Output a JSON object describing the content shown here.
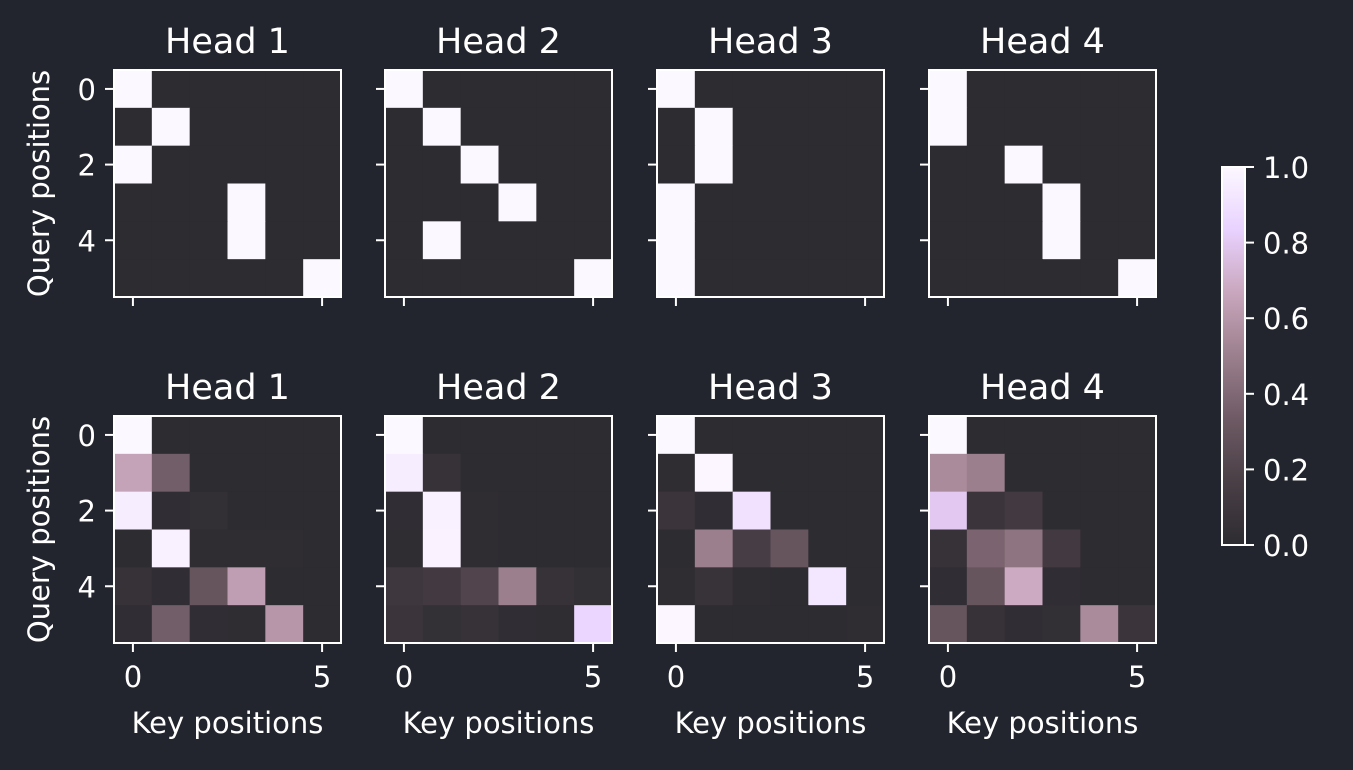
{
  "chart_data": {
    "type": "heatmap",
    "colorbar": {
      "min": 0.0,
      "max": 1.0,
      "ticks": [
        "0.0",
        "0.2",
        "0.4",
        "0.6",
        "0.8",
        "1.0"
      ],
      "colors": [
        "#2d2c31",
        "#4a3f46",
        "#6e5a64",
        "#9b7f8d",
        "#c9a6bd",
        "#e9d2ff",
        "#fcf8ff"
      ]
    },
    "panels": [
      {
        "title": "Head 1",
        "ylabel": "Query positions",
        "xlabel": "",
        "xticks": [],
        "yticks": [
          "0",
          "2",
          "4"
        ],
        "values": [
          [
            1,
            0,
            0,
            0,
            0,
            0
          ],
          [
            0,
            1,
            0,
            0,
            0,
            0
          ],
          [
            1,
            0,
            0,
            0,
            0,
            0
          ],
          [
            0,
            0,
            0,
            1,
            0,
            0
          ],
          [
            0,
            0,
            0,
            1,
            0,
            0
          ],
          [
            0,
            0,
            0,
            0,
            0,
            1
          ]
        ]
      },
      {
        "title": "Head 2",
        "ylabel": "",
        "xlabel": "",
        "xticks": [],
        "yticks": [],
        "values": [
          [
            1,
            0,
            0,
            0,
            0,
            0
          ],
          [
            0,
            1,
            0,
            0,
            0,
            0
          ],
          [
            0,
            0,
            1,
            0,
            0,
            0
          ],
          [
            0,
            0,
            0,
            1,
            0,
            0
          ],
          [
            0,
            1,
            0,
            0,
            0,
            0
          ],
          [
            0,
            0,
            0,
            0,
            0,
            1
          ]
        ]
      },
      {
        "title": "Head 3",
        "ylabel": "",
        "xlabel": "",
        "xticks": [],
        "yticks": [],
        "values": [
          [
            1,
            0,
            0,
            0,
            0,
            0
          ],
          [
            0,
            1,
            0,
            0,
            0,
            0
          ],
          [
            0,
            1,
            0,
            0,
            0,
            0
          ],
          [
            1,
            0,
            0,
            0,
            0,
            0
          ],
          [
            1,
            0,
            0,
            0,
            0,
            0
          ],
          [
            1,
            0,
            0,
            0,
            0,
            0
          ]
        ]
      },
      {
        "title": "Head 4",
        "ylabel": "",
        "xlabel": "",
        "xticks": [],
        "yticks": [],
        "values": [
          [
            1,
            0,
            0,
            0,
            0,
            0
          ],
          [
            1,
            0,
            0,
            0,
            0,
            0
          ],
          [
            0,
            0,
            1,
            0,
            0,
            0
          ],
          [
            0,
            0,
            0,
            1,
            0,
            0
          ],
          [
            0,
            0,
            0,
            1,
            0,
            0
          ],
          [
            0,
            0,
            0,
            0,
            0,
            1
          ]
        ]
      },
      {
        "title": "Head 1",
        "ylabel": "Query positions",
        "xlabel": "Key positions",
        "xticks": [
          "0",
          "5"
        ],
        "yticks": [
          "0",
          "2",
          "4"
        ],
        "values": [
          [
            1.0,
            0.0,
            0.0,
            0.0,
            0.0,
            0.0
          ],
          [
            0.65,
            0.35,
            0.0,
            0.0,
            0.0,
            0.0
          ],
          [
            0.95,
            0.02,
            0.03,
            0.0,
            0.0,
            0.0
          ],
          [
            0.0,
            0.97,
            0.01,
            0.01,
            0.01,
            0.0
          ],
          [
            0.05,
            0.02,
            0.3,
            0.63,
            0.0,
            0.0
          ],
          [
            0.02,
            0.35,
            0.02,
            0.01,
            0.6,
            0.0
          ]
        ]
      },
      {
        "title": "Head 2",
        "ylabel": "",
        "xlabel": "Key positions",
        "xticks": [
          "0",
          "5"
        ],
        "yticks": [],
        "values": [
          [
            1.0,
            0.0,
            0.0,
            0.0,
            0.0,
            0.0
          ],
          [
            0.95,
            0.05,
            0.0,
            0.0,
            0.0,
            0.0
          ],
          [
            0.02,
            0.97,
            0.01,
            0.0,
            0.0,
            0.0
          ],
          [
            0.01,
            0.98,
            0.01,
            0.0,
            0.0,
            0.0
          ],
          [
            0.1,
            0.12,
            0.2,
            0.5,
            0.05,
            0.03
          ],
          [
            0.08,
            0.04,
            0.05,
            0.02,
            0.01,
            0.85
          ]
        ]
      },
      {
        "title": "Head 3",
        "ylabel": "",
        "xlabel": "Key positions",
        "xticks": [
          "0",
          "5"
        ],
        "yticks": [],
        "values": [
          [
            1.0,
            0.0,
            0.0,
            0.0,
            0.0,
            0.0
          ],
          [
            0.01,
            0.99,
            0.0,
            0.0,
            0.0,
            0.0
          ],
          [
            0.08,
            0.02,
            0.9,
            0.0,
            0.0,
            0.0
          ],
          [
            0.0,
            0.5,
            0.15,
            0.3,
            0.0,
            0.0
          ],
          [
            0.01,
            0.06,
            0.01,
            0.0,
            0.92,
            0.0
          ],
          [
            0.99,
            0.0,
            0.0,
            0.0,
            0.0,
            0.01
          ]
        ]
      },
      {
        "title": "Head 4",
        "ylabel": "",
        "xlabel": "Key positions",
        "xticks": [
          "0",
          "5"
        ],
        "yticks": [],
        "values": [
          [
            1.0,
            0.0,
            0.0,
            0.0,
            0.0,
            0.0
          ],
          [
            0.55,
            0.5,
            0.0,
            0.0,
            0.0,
            0.0
          ],
          [
            0.8,
            0.08,
            0.12,
            0.0,
            0.0,
            0.0
          ],
          [
            0.05,
            0.38,
            0.45,
            0.12,
            0.0,
            0.0
          ],
          [
            0.02,
            0.3,
            0.68,
            0.02,
            0.0,
            0.0
          ],
          [
            0.3,
            0.05,
            0.02,
            0.03,
            0.55,
            0.08
          ]
        ]
      }
    ]
  }
}
